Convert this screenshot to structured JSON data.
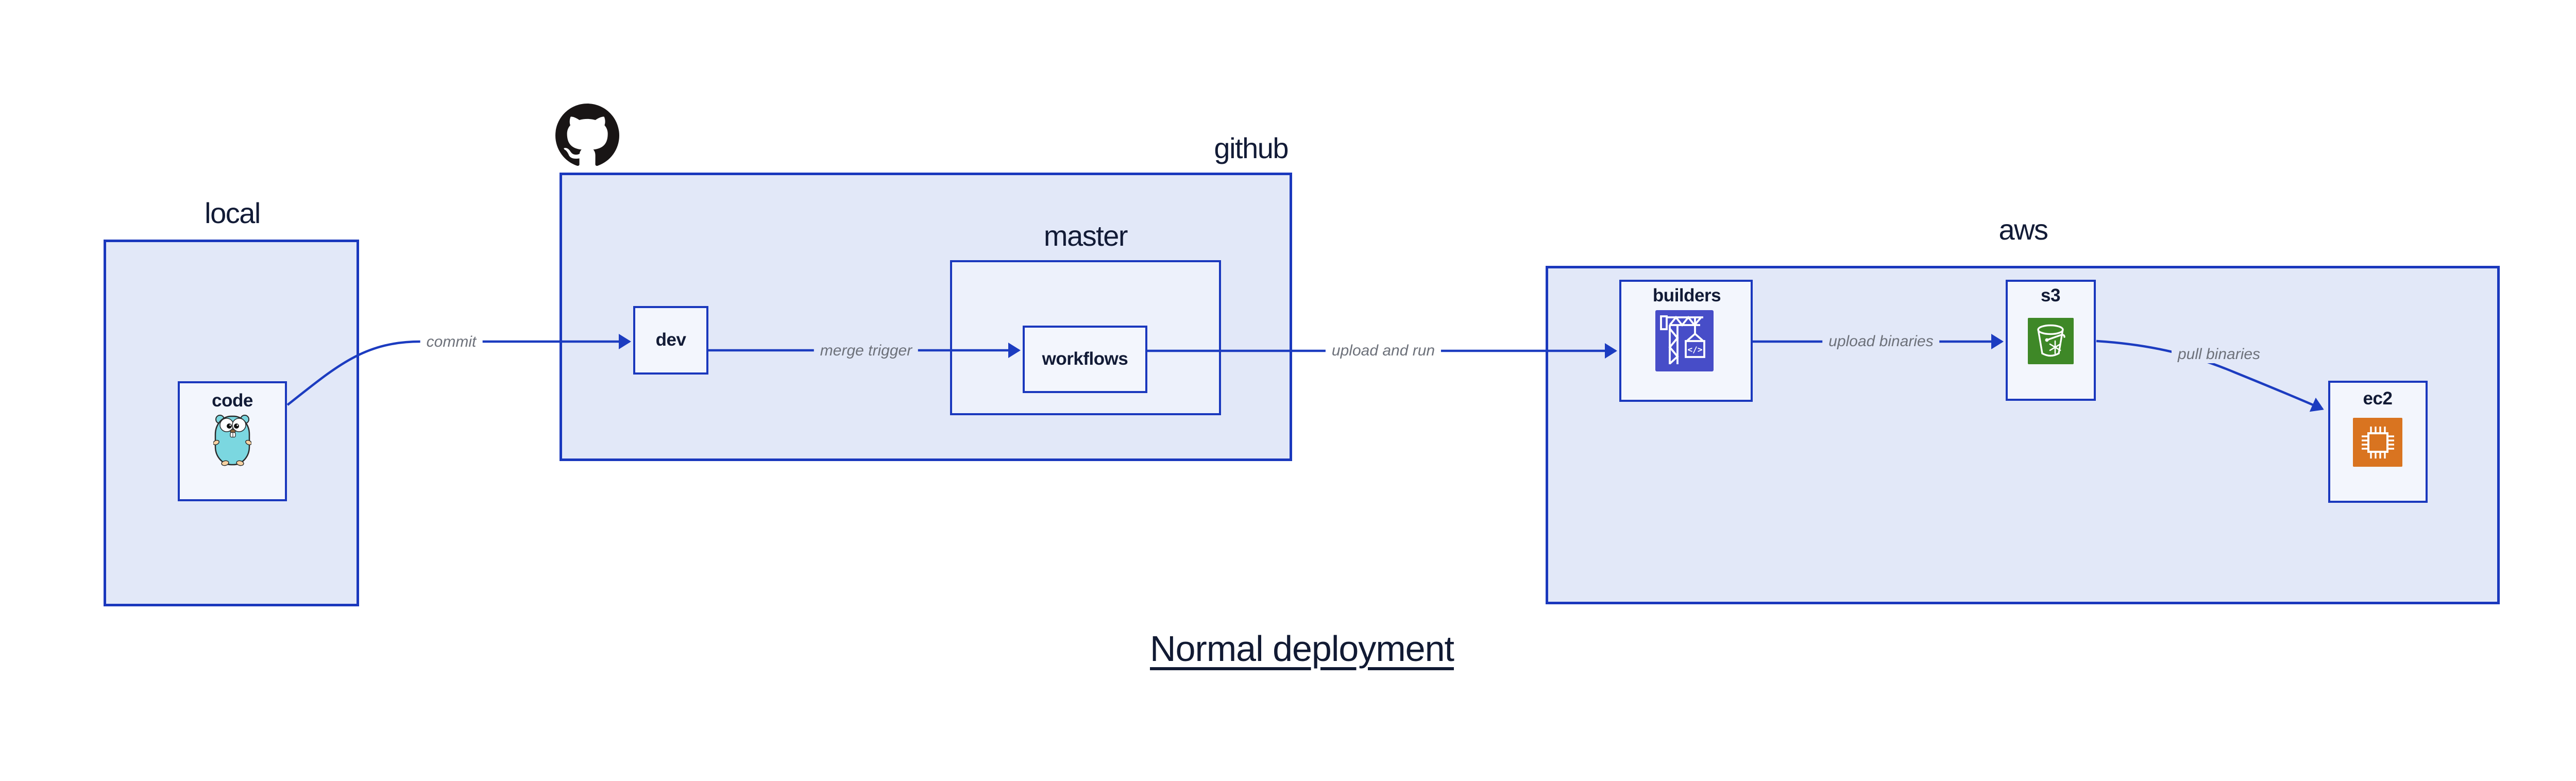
{
  "diagram": {
    "title": "Normal deployment"
  },
  "groups": {
    "local": {
      "label": "local"
    },
    "github": {
      "label": "github"
    },
    "master": {
      "label": "master"
    },
    "aws": {
      "label": "aws"
    }
  },
  "nodes": {
    "code": {
      "label": "code"
    },
    "dev": {
      "label": "dev"
    },
    "workflows": {
      "label": "workflows"
    },
    "builders": {
      "label": "builders",
      "icon_text": "</>"
    },
    "s3": {
      "label": "s3"
    },
    "ec2": {
      "label": "ec2"
    }
  },
  "edges": {
    "commit": {
      "label": "commit",
      "from": "code",
      "to": "dev"
    },
    "merge_trigger": {
      "label": "merge trigger",
      "from": "dev",
      "to": "workflows"
    },
    "upload_and_run": {
      "label": "upload and run",
      "from": "workflows",
      "to": "builders"
    },
    "upload_binaries": {
      "label": "upload binaries",
      "from": "builders",
      "to": "s3"
    },
    "pull_binaries": {
      "label": "pull binaries",
      "from": "s3",
      "to": "ec2"
    }
  },
  "icons": {
    "github_logo": "github-octocat-mark",
    "code_icon": "go-gopher",
    "builders_icon": "aws-codebuild-crane",
    "s3_icon": "aws-s3-bucket",
    "ec2_icon": "aws-ec2-chip"
  },
  "colors": {
    "canvas_bg": "#ffffff",
    "group_fill": "#e2e8f8",
    "master_fill": "#edf1fb",
    "node_fill": "#f3f6fd",
    "box_stroke": "#1a38bd",
    "arrow_stroke": "#1c3cc0",
    "label_dark": "#121b36",
    "edge_label_gray": "#6d717a",
    "github_black": "#191515",
    "codebuild_bg": "#474dc8",
    "s3_bg": "#3e8827",
    "ec2_bg": "#d97420",
    "gopher_body": "#7bd7e0",
    "gopher_skin": "#f6d2a2",
    "title_color": "#111a33"
  }
}
